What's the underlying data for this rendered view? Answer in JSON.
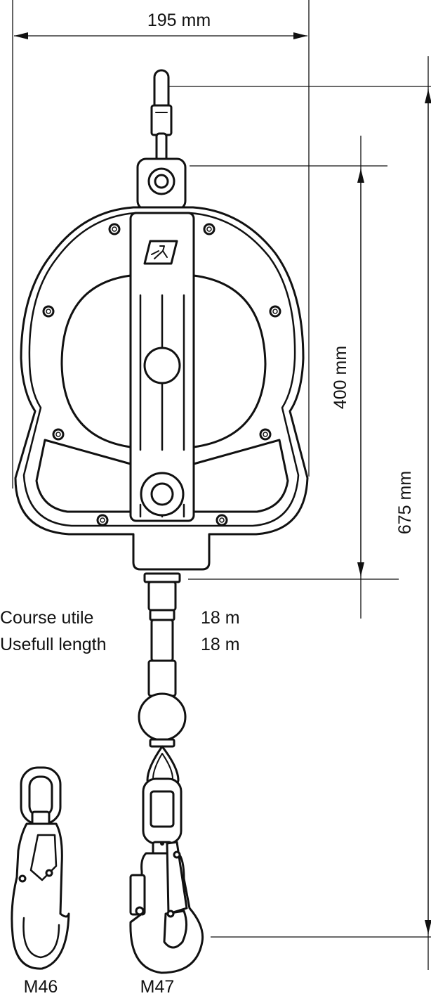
{
  "dimensions": {
    "width_label": "195 mm",
    "housing_height_label": "400 mm",
    "overall_height_label": "675 mm"
  },
  "specs": [
    {
      "label": "Course utile",
      "value": "18 m"
    },
    {
      "label": "Usefull length",
      "value": "18 m"
    }
  ],
  "hooks": {
    "left_label": "M46",
    "right_label": "M47"
  }
}
